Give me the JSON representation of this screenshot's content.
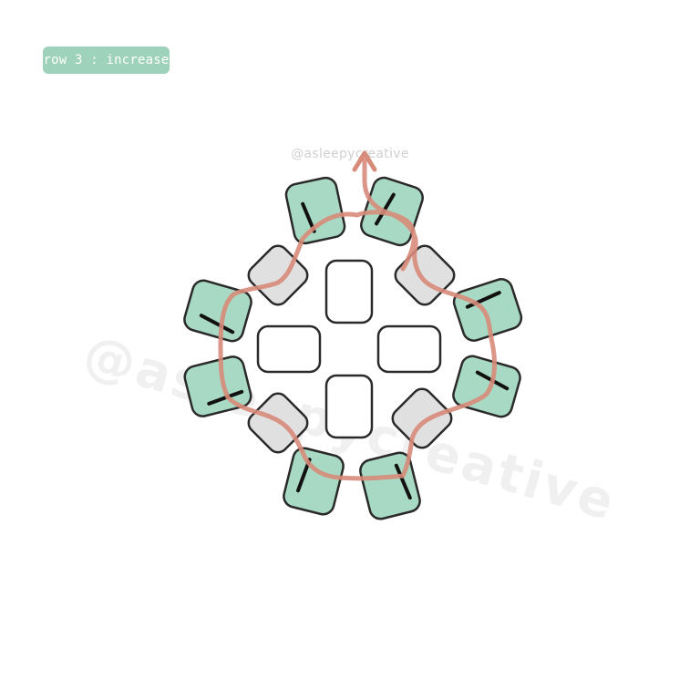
{
  "label": {
    "text": "row 3 : increase"
  },
  "watermark": {
    "small": "@asleepycreative",
    "large": "@asleepycreative"
  },
  "colors": {
    "badge": "#9ed2bb",
    "green_bead": "#a8d9c4",
    "grey_bead": "#e0e0e0",
    "white_bead": "#ffffff",
    "thread": "#d78b7a",
    "outline": "#2a2a2a"
  },
  "beads": {
    "green_count": 8,
    "grey_count": 4,
    "white_count": 4
  }
}
